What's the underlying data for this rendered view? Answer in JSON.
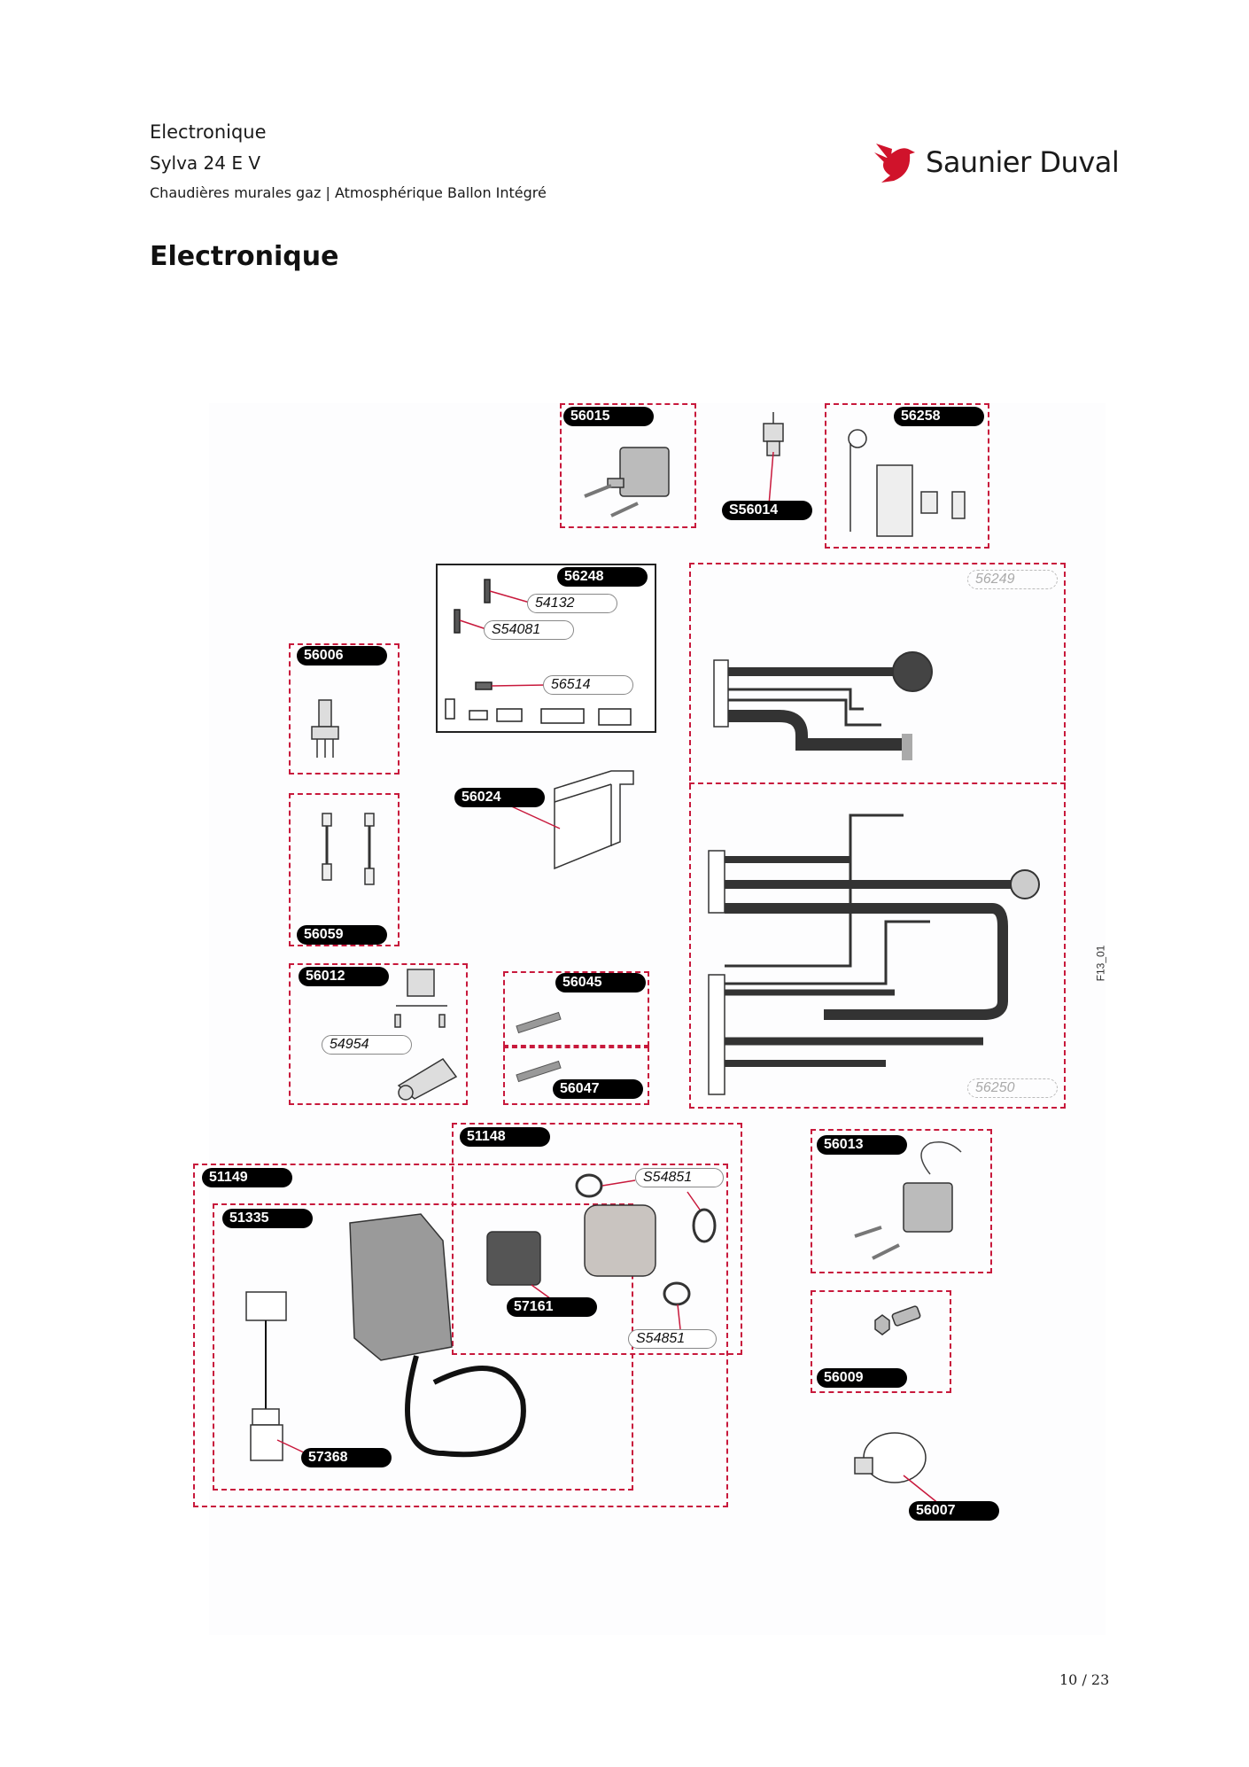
{
  "header": {
    "section": "Electronique",
    "model": "Sylva 24 E V",
    "category": "Chaudières murales gaz | Atmosphérique Ballon Intégré",
    "page_title": "Electronique",
    "brand": "Saunier Duval",
    "brand_color": "#d0132b"
  },
  "diagram": {
    "figure_code": "F13_01",
    "dash_color": "#c8193c",
    "parts": {
      "p56015": "56015",
      "s56014": "S56014",
      "p56258": "56258",
      "p56248": "56248",
      "p54132": "54132",
      "s54081": "S54081",
      "p56514": "56514",
      "p56249": "56249",
      "p56250": "56250",
      "p56006": "56006",
      "p56024": "56024",
      "p56059": "56059",
      "p56012": "56012",
      "p54954": "54954",
      "p56045": "56045",
      "p56047": "56047",
      "p51148": "51148",
      "p51149": "51149",
      "p51335": "51335",
      "s54851_top": "S54851",
      "s54851_bottom": "S54851",
      "p57161": "57161",
      "p57368": "57368",
      "p56013": "56013",
      "p56009": "56009",
      "p56007": "56007"
    }
  },
  "footer": {
    "page": "10 / 23"
  }
}
